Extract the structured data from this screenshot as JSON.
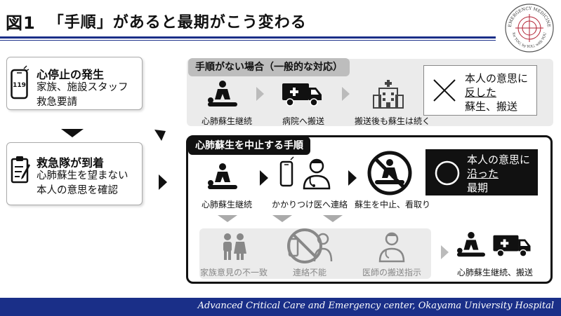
{
  "header": {
    "figure_label": "図1",
    "title": "「手順」があると最期がこう変わる"
  },
  "logo": {
    "text_top": "EMERGENCY MEDICINE",
    "text_bottom": "for YOU, by YOU, with YOU"
  },
  "left_cards": {
    "arrest": {
      "title": "心停止の発生",
      "line1": "家族、施設スタッフ",
      "line2": "救急要請",
      "phone_number": "119"
    },
    "ems": {
      "title": "救急隊が到着",
      "line1": "心肺蘇生を望まない",
      "line2": "本人の意思を確認"
    }
  },
  "no_protocol": {
    "title": "手順がない場合（一般的な対応）",
    "steps": [
      {
        "caption": "心肺蘇生継続",
        "icon": "cpr-icon"
      },
      {
        "caption": "病院へ搬送",
        "icon": "ambulance-icon"
      },
      {
        "caption": "搬送後も蘇生は続く",
        "icon": "hospital-icon"
      }
    ],
    "outcome": {
      "symbol": "✕",
      "line1": "本人の意思に",
      "line2": "反した",
      "line3": "蘇生、搬送"
    }
  },
  "with_protocol": {
    "title": "心肺蘇生を中止する手順",
    "steps": [
      {
        "caption": "心肺蘇生継続",
        "icon": "cpr-icon"
      },
      {
        "caption": "かかりつけ医へ連絡",
        "icon": "phone-doctor-icon"
      },
      {
        "caption": "蘇生を中止、看取り",
        "icon": "no-cpr-icon"
      }
    ],
    "outcome": {
      "symbol": "○",
      "line1": "本人の意思に",
      "line2": "沿った",
      "line3": "最期"
    },
    "exceptions": [
      {
        "caption": "家族意見の不一致",
        "icon": "family-icon"
      },
      {
        "caption": "連絡不能",
        "icon": "no-contact-icon"
      },
      {
        "caption": "医師の搬送指示",
        "icon": "doctor-icon"
      }
    ],
    "exception_result": {
      "caption": "心肺蘇生継続、搬送"
    }
  },
  "footer": {
    "text": "Advanced Critical Care and Emergency center, Okayama University Hospital"
  },
  "colors": {
    "brand_blue": "#1a2f88",
    "black": "#111111",
    "gray_panel": "#ebebeb",
    "gray_title": "#bdbdbd",
    "muted": "#888888",
    "logo_red": "#b22234"
  }
}
